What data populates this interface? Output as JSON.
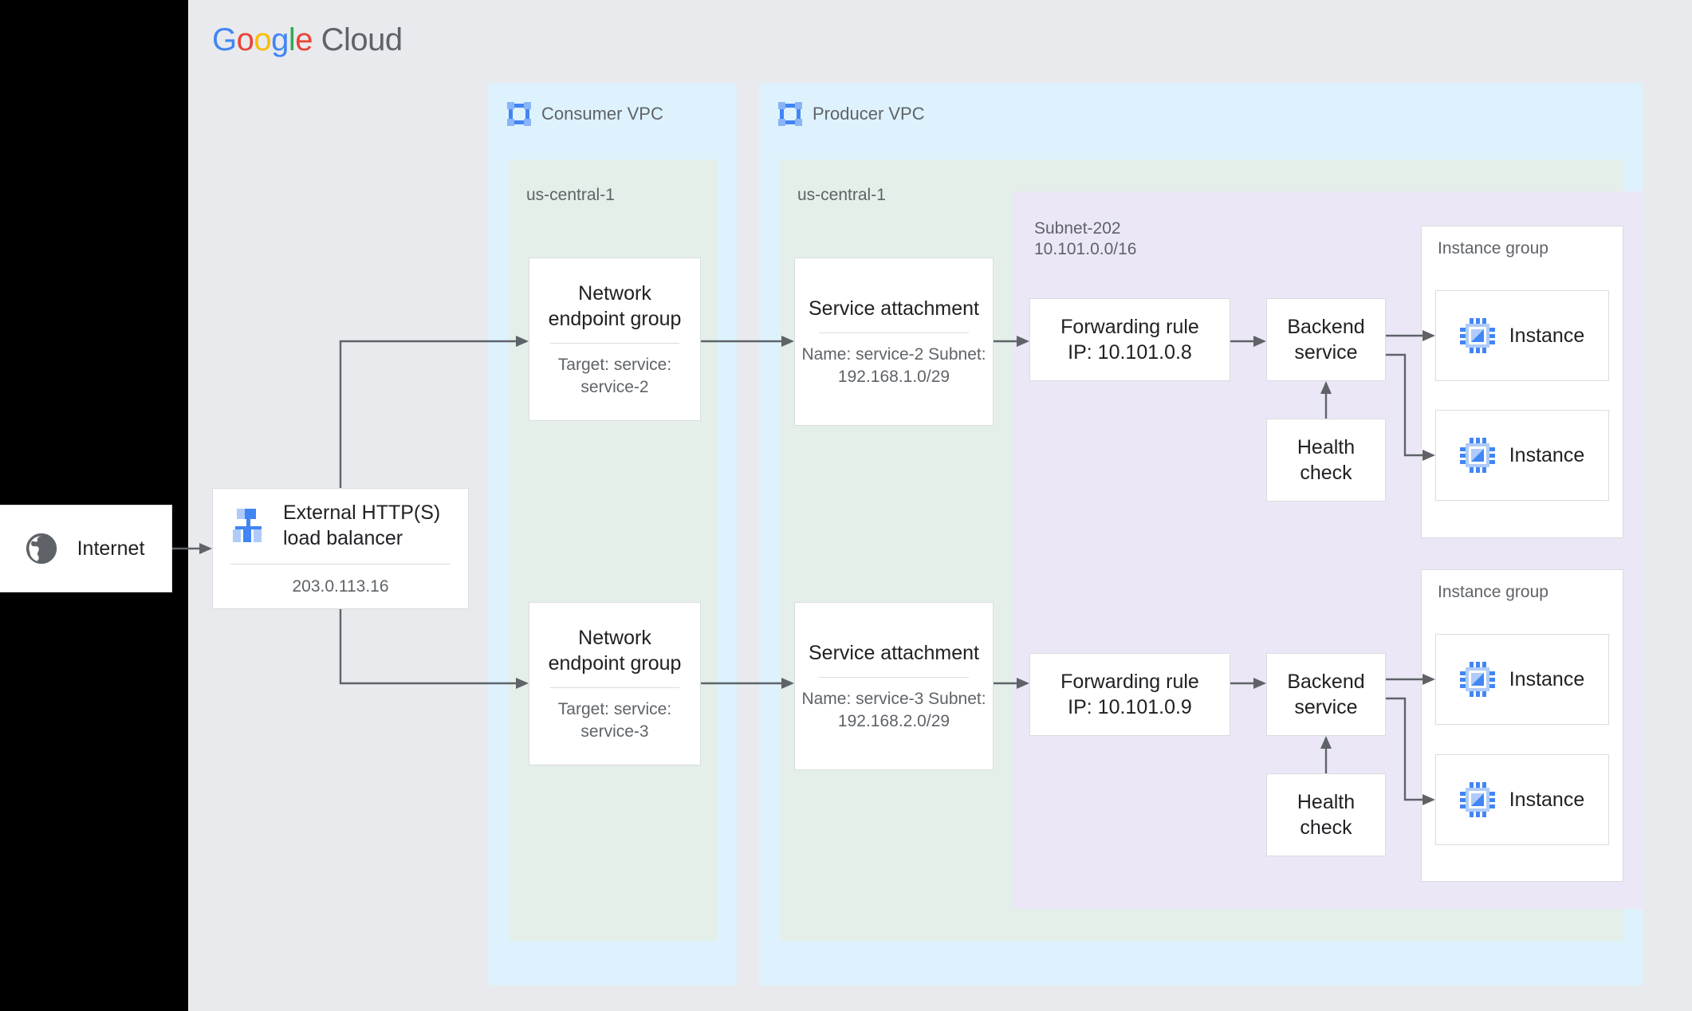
{
  "brand": {
    "logo_parts": [
      {
        "t": "G",
        "c": "#4285f4"
      },
      {
        "t": "o",
        "c": "#ea4335"
      },
      {
        "t": "o",
        "c": "#fbbc05"
      },
      {
        "t": "g",
        "c": "#4285f4"
      },
      {
        "t": "l",
        "c": "#34a853"
      },
      {
        "t": "e",
        "c": "#ea4335"
      }
    ],
    "logo_suffix": "Cloud",
    "colors": {
      "blue": "#4285f4",
      "red": "#ea4335",
      "yellow": "#fbbc05",
      "green": "#34a853",
      "gray_text": "#5f6368",
      "panel_bg": "#e8eaed",
      "vpc_bg": "#ddf2fd",
      "zone_bg": "#e3efe8",
      "subnet_bg": "#ece7f6",
      "card_border": "#dadce0",
      "icon_light_blue": "#aecbfa",
      "icon_mid_blue": "#8ab4f8"
    }
  },
  "internet": {
    "label": "Internet",
    "icon": "globe-icon"
  },
  "load_balancer": {
    "title": "External HTTP(S) load balancer",
    "title_line1": "External HTTP(S)",
    "title_line2": "load balancer",
    "ip": "203.0.113.16",
    "icon": "load-balancer-icon"
  },
  "consumer_vpc": {
    "name": "Consumer VPC",
    "icon": "vpc-icon",
    "zone": "us-central-1",
    "negs": [
      {
        "title_line1": "Network",
        "title_line2": "endpoint group",
        "sub": "Target: service:\nservice-2"
      },
      {
        "title_line1": "Network",
        "title_line2": "endpoint group",
        "sub": "Target: service:\nservice-3"
      }
    ]
  },
  "producer_vpc": {
    "name": "Producer VPC",
    "icon": "vpc-icon",
    "zone": "us-central-1",
    "subnet": {
      "name": "Subnet-202",
      "cidr": "10.101.0.0/16",
      "label": "Subnet-202\n10.101.0.0/16"
    },
    "service_attachments": [
      {
        "title": "Service attachment",
        "sub": "Name: service-2\nSubnet:\n192.168.1.0/29"
      },
      {
        "title": "Service attachment",
        "sub": "Name: service-3\nSubnet:\n192.168.2.0/29"
      }
    ],
    "forwarding_rules": [
      {
        "line1": "Forwarding rule",
        "line2": "IP: 10.101.0.8"
      },
      {
        "line1": "Forwarding rule",
        "line2": "IP: 10.101.0.9"
      }
    ],
    "backend_services": [
      {
        "line1": "Backend",
        "line2": "service"
      },
      {
        "line1": "Backend",
        "line2": "service"
      }
    ],
    "health_checks": [
      {
        "line1": "Health",
        "line2": "check"
      },
      {
        "line1": "Health",
        "line2": "check"
      }
    ],
    "instance_groups": [
      {
        "name": "Instance group",
        "instances": [
          {
            "label": "Instance"
          },
          {
            "label": "Instance"
          }
        ]
      },
      {
        "name": "Instance group",
        "instances": [
          {
            "label": "Instance"
          },
          {
            "label": "Instance"
          }
        ]
      }
    ]
  }
}
